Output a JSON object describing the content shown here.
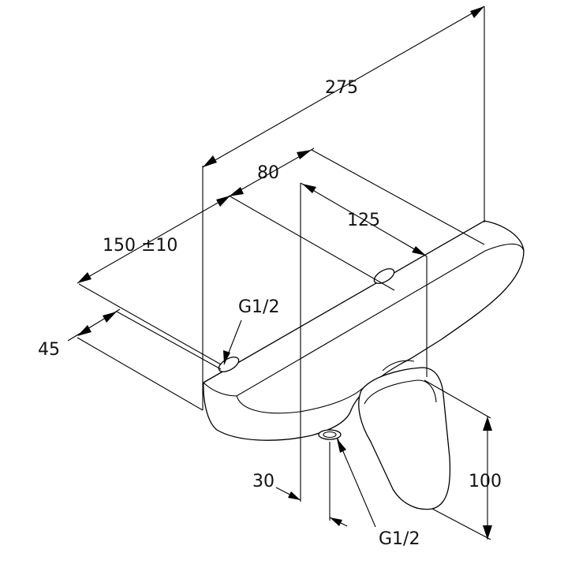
{
  "drawing": {
    "dimensions": {
      "overall_width": "275",
      "depth_80": "80",
      "centers_125": "125",
      "centers_150": "150 ±10",
      "offset_45": "45",
      "offset_30": "30",
      "height_100": "100"
    },
    "threads": {
      "top_connection": "G1/2",
      "bottom_outlet": "G1/2"
    }
  },
  "colors": {
    "line": "#000000",
    "background": "#ffffff"
  }
}
